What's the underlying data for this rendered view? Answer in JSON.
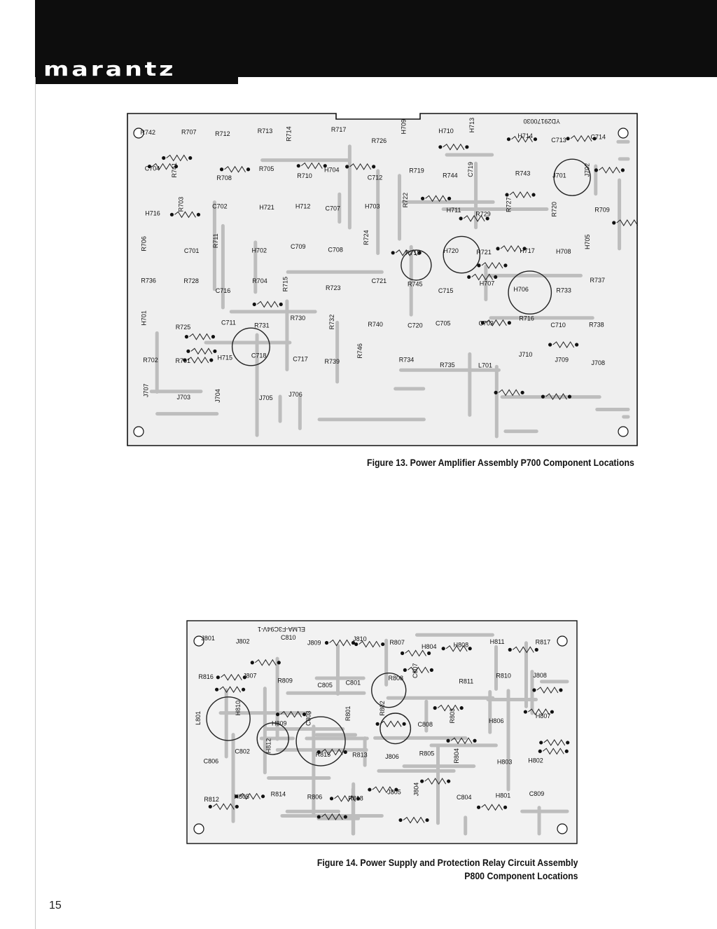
{
  "header": {
    "brand": "marantz"
  },
  "figure13": {
    "caption": "Figure 13. Power Amplifier Assembly P700 Component Locations",
    "board_marking": "YD29170030",
    "components": [
      "R742",
      "R707",
      "R712",
      "R713",
      "R714",
      "R717",
      "R726",
      "H709",
      "H710",
      "H713",
      "H714",
      "C713",
      "C714",
      "C704",
      "R741",
      "R708",
      "R705",
      "R710",
      "H704",
      "C712",
      "R719",
      "R744",
      "C719",
      "R743",
      "J701",
      "J702",
      "H716",
      "R703",
      "C702",
      "H721",
      "H712",
      "C707",
      "H703",
      "R722",
      "H711",
      "R729",
      "R727",
      "R720",
      "R709",
      "R706",
      "C701",
      "R711",
      "H702",
      "C709",
      "C708",
      "R724",
      "R718",
      "H720",
      "R721",
      "H717",
      "H708",
      "H705",
      "R736",
      "R728",
      "C716",
      "R704",
      "R715",
      "R723",
      "C721",
      "R745",
      "C715",
      "H707",
      "H706",
      "R733",
      "R737",
      "H701",
      "R725",
      "C711",
      "R731",
      "R730",
      "R732",
      "R740",
      "C720",
      "C705",
      "C703",
      "R716",
      "C710",
      "R738",
      "R702",
      "R701",
      "H715",
      "C718",
      "C717",
      "R739",
      "R746",
      "R734",
      "R735",
      "L701",
      "J710",
      "J709",
      "J708",
      "J707",
      "J703",
      "J704",
      "J705",
      "J706"
    ]
  },
  "figure14": {
    "caption_line1": "Figure 14. Power Supply and Protection Relay Circuit Assembly",
    "caption_line2": "P800 Component Locations",
    "board_marking": "ELMA-F3C94V-1",
    "components": [
      "J801",
      "J802",
      "C810",
      "J809",
      "J810",
      "R807",
      "H804",
      "H808",
      "H811",
      "R817",
      "R816",
      "J807",
      "R809",
      "C805",
      "C801",
      "R808",
      "C807",
      "R811",
      "R810",
      "J808",
      "L801",
      "H810",
      "H809",
      "C803",
      "R801",
      "R802",
      "C808",
      "R803",
      "H806",
      "H807",
      "C806",
      "C802",
      "H812",
      "R815",
      "R813",
      "J806",
      "R805",
      "R804",
      "H803",
      "H802",
      "R812",
      "H805",
      "R814",
      "R806",
      "R818",
      "J805",
      "J804",
      "C804",
      "H801",
      "C809"
    ]
  },
  "page_number": "15"
}
